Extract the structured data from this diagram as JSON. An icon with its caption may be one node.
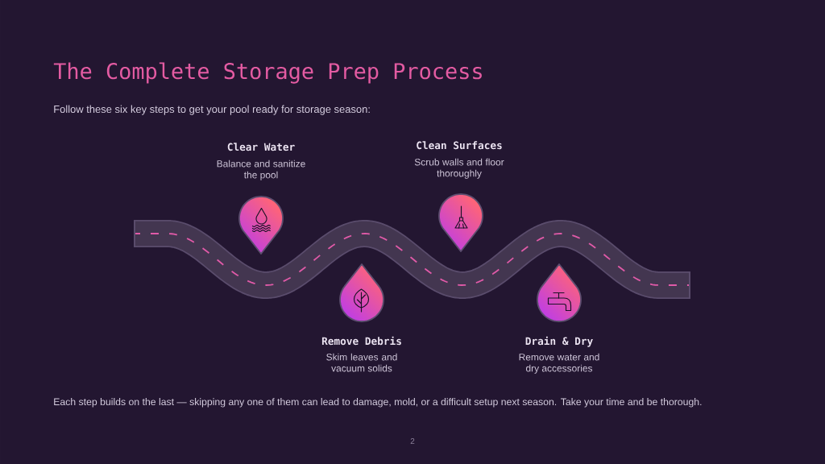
{
  "diagram": {
    "title": "The Complete Storage Prep Process",
    "nodes": [
      {
        "text": [
          "Clear Water",
          "Balance and sanitize the pool"
        ]
      },
      {
        "text": [
          "Remove Debris",
          "Skim leaves and vacuum solids"
        ]
      },
      {
        "text": [
          "Clean Surfaces",
          "Scrub walls and floor thoroughly"
        ]
      },
      {
        "text": [
          "Drain & Dry",
          "Remove water and dry accessories"
        ]
      }
    ],
    "labels": [
      "Follow these six key steps to get your pool ready for storage season:",
      "Each step builds on the last — skipping any one of them can lead to damage, mold, or a difficult setup next season. Take your time and be thorough.",
      "2"
    ]
  }
}
